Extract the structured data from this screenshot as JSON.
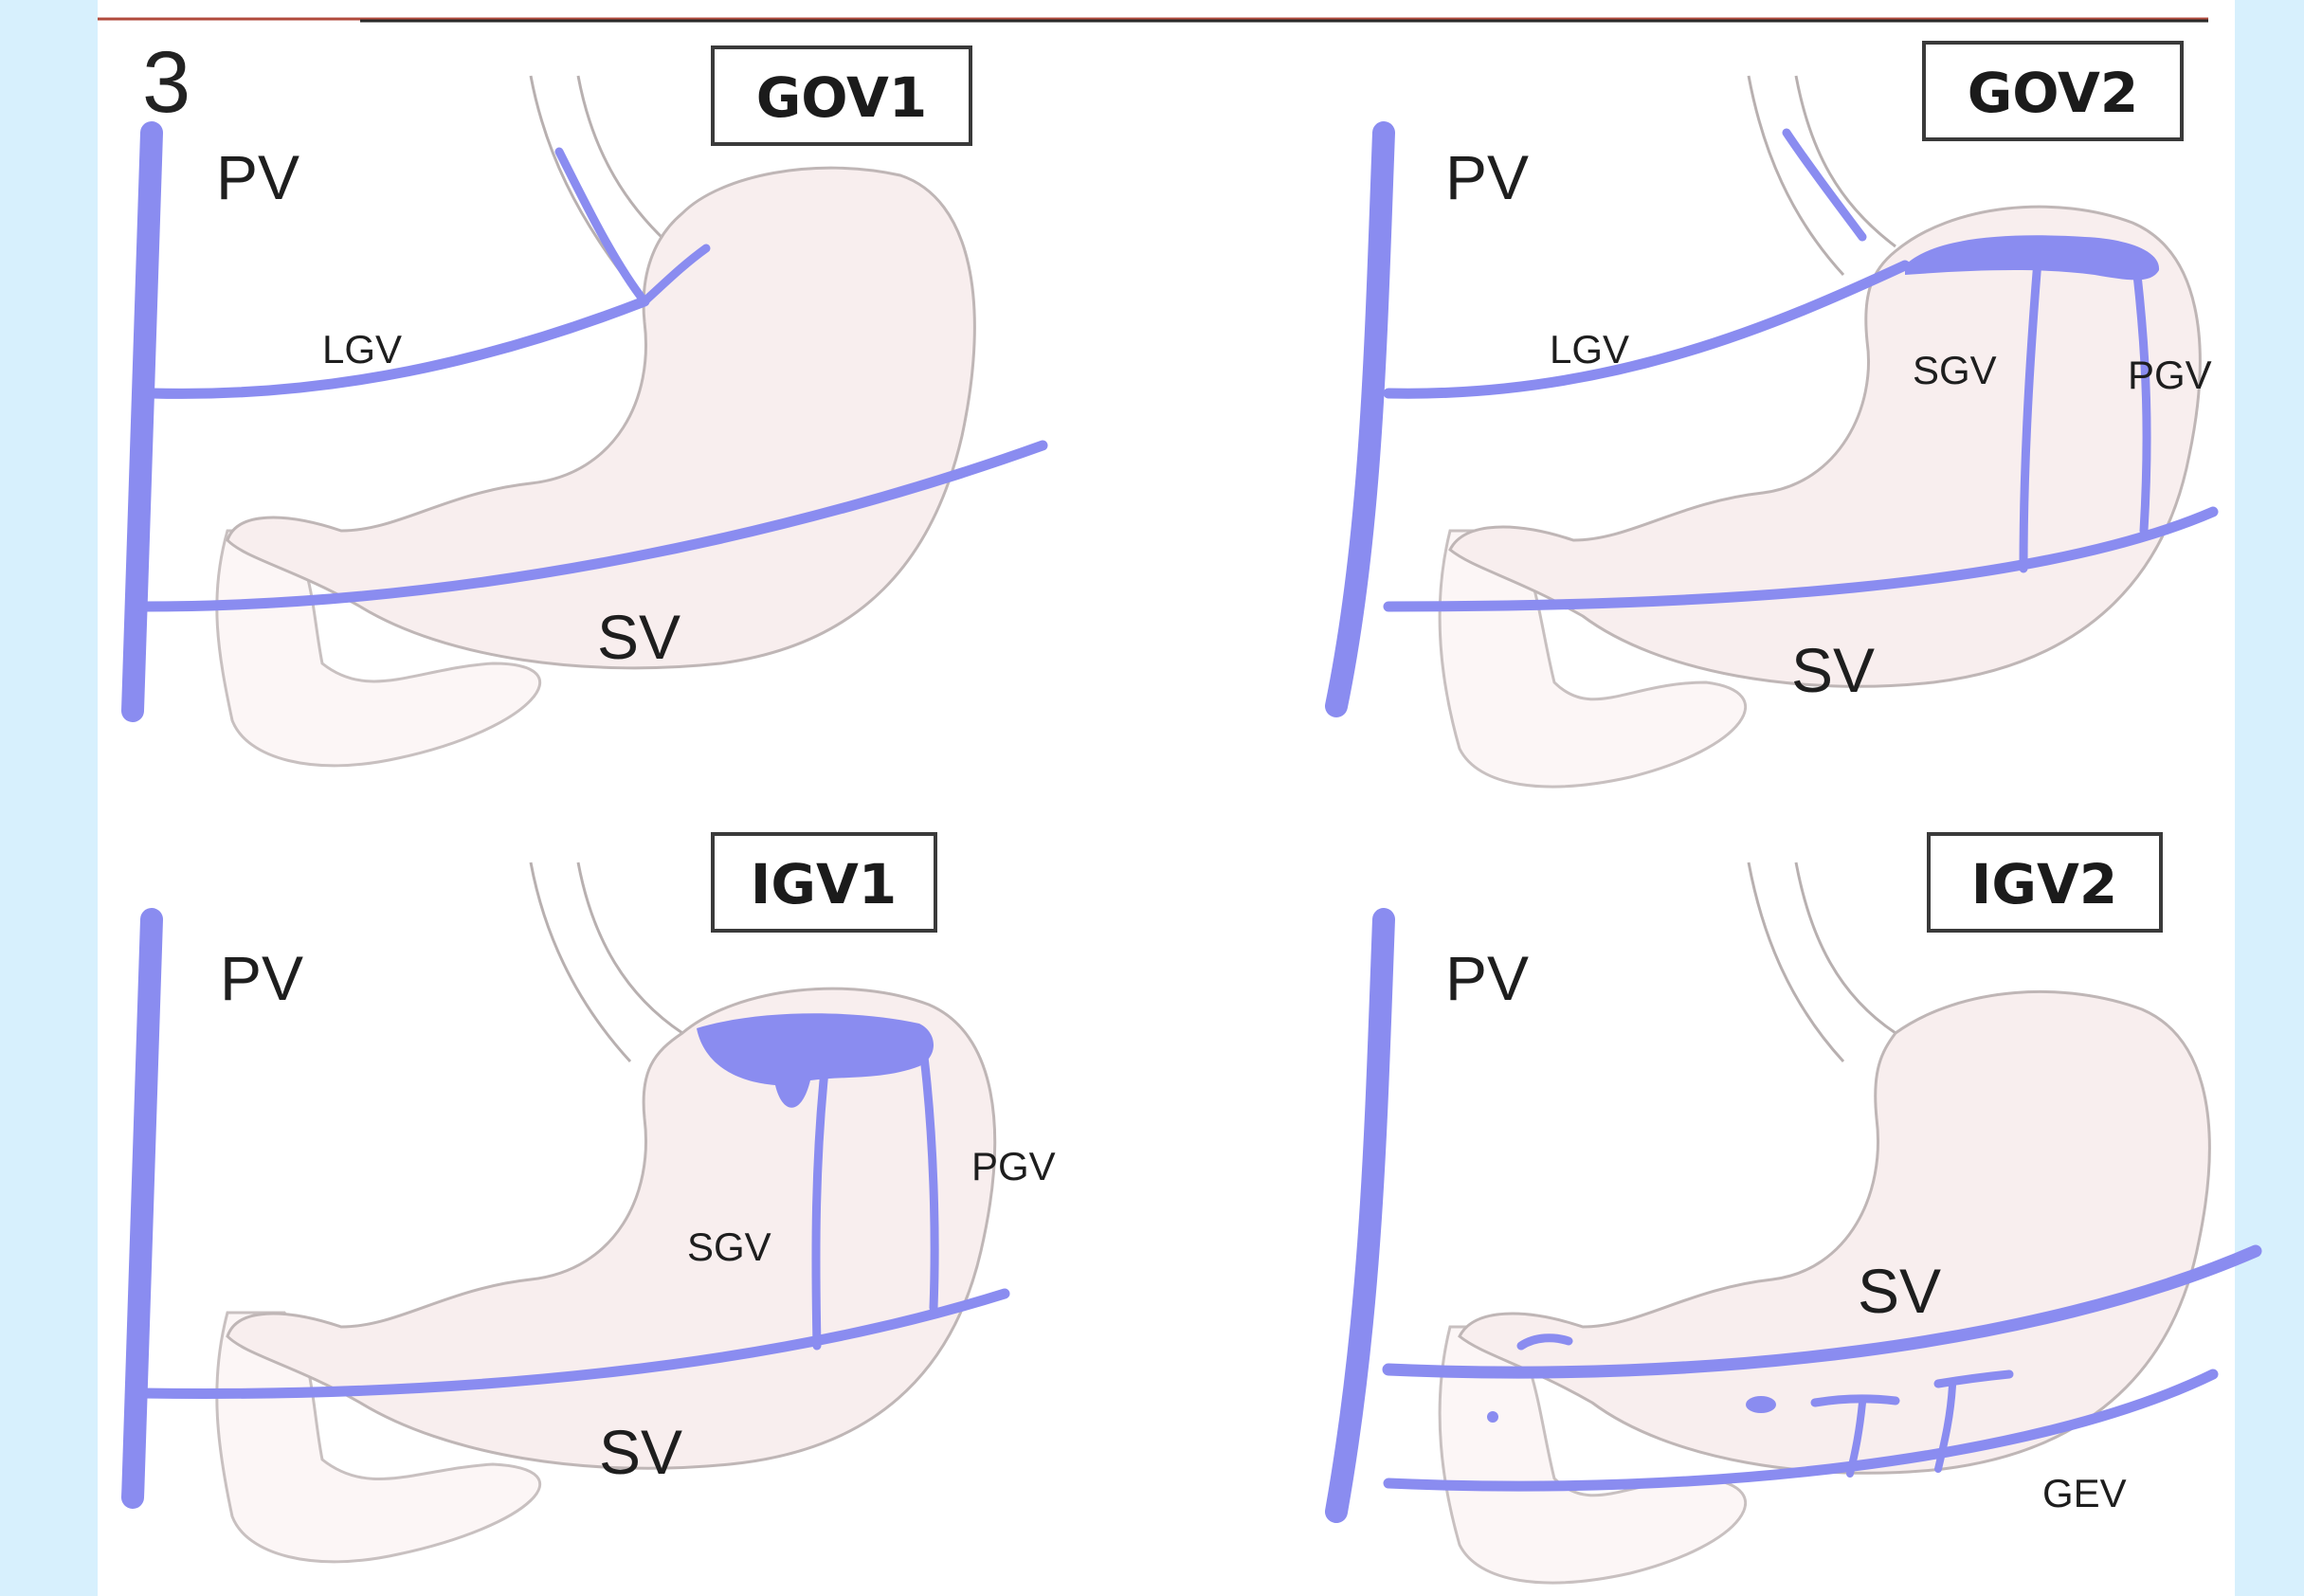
{
  "figure_number": "3",
  "colors": {
    "background": "#d7f0fd",
    "panel": "#ffffff",
    "vein": "#8a8cf0",
    "header_line": "#b04a3c",
    "stomach_fill": "#f8eeee",
    "stomach_outline": "#bfb6b6"
  },
  "panels": {
    "gov1": {
      "title": "GOV1",
      "labels": {
        "pv": "PV",
        "lgv": "LGV",
        "sv": "SV"
      }
    },
    "gov2": {
      "title": "GOV2",
      "labels": {
        "pv": "PV",
        "lgv": "LGV",
        "sgv": "SGV",
        "pgv": "PGV",
        "sv": "SV"
      }
    },
    "igv1": {
      "title": "IGV1",
      "labels": {
        "pv": "PV",
        "sgv": "SGV",
        "pgv": "PGV",
        "sv": "SV"
      }
    },
    "igv2": {
      "title": "IGV2",
      "labels": {
        "pv": "PV",
        "sv": "SV",
        "gev": "GEV"
      }
    }
  }
}
